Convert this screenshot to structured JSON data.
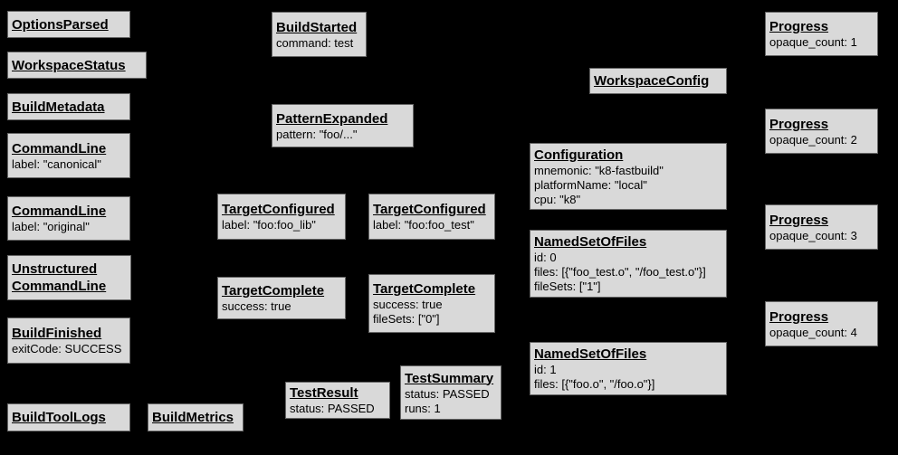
{
  "colors": {
    "background": "#000000",
    "node_fill": "#d9d9d9",
    "node_border": "#666666",
    "text": "#000000"
  },
  "nodes": {
    "options_parsed": {
      "title": "OptionsParsed",
      "lines": []
    },
    "workspace_status": {
      "title": "WorkspaceStatus",
      "lines": []
    },
    "build_metadata": {
      "title": "BuildMetadata",
      "lines": []
    },
    "command_line_canonical": {
      "title": "CommandLine",
      "lines": [
        "label: \"canonical\""
      ]
    },
    "command_line_original": {
      "title": "CommandLine",
      "lines": [
        "label: \"original\""
      ]
    },
    "unstructured_command_line": {
      "title": "Unstructured\nCommandLine",
      "lines": []
    },
    "build_finished": {
      "title": "BuildFinished",
      "lines": [
        "exitCode: SUCCESS"
      ]
    },
    "build_tool_logs": {
      "title": "BuildToolLogs",
      "lines": []
    },
    "build_metrics": {
      "title": "BuildMetrics",
      "lines": []
    },
    "build_started": {
      "title": "BuildStarted",
      "lines": [
        "command: test"
      ]
    },
    "pattern_expanded": {
      "title": "PatternExpanded",
      "lines": [
        "pattern: \"foo/...\""
      ]
    },
    "target_configured_foo_lib": {
      "title": "TargetConfigured",
      "lines": [
        "label: \"foo:foo_lib\""
      ]
    },
    "target_configured_foo_test": {
      "title": "TargetConfigured",
      "lines": [
        "label: \"foo:foo_test\""
      ]
    },
    "target_complete_foo_lib": {
      "title": "TargetComplete",
      "lines": [
        "success: true"
      ]
    },
    "target_complete_foo_test": {
      "title": "TargetComplete",
      "lines": [
        "success: true",
        "fileSets: [\"0\"]"
      ]
    },
    "test_result": {
      "title": "TestResult",
      "lines": [
        "status: PASSED"
      ]
    },
    "test_summary": {
      "title": "TestSummary",
      "lines": [
        "status: PASSED",
        "runs: 1"
      ]
    },
    "workspace_config": {
      "title": "WorkspaceConfig",
      "lines": []
    },
    "configuration": {
      "title": "Configuration",
      "lines": [
        "mnemonic: \"k8-fastbuild\"",
        "platformName: \"local\"",
        "cpu: \"k8\""
      ]
    },
    "named_set_of_files_0": {
      "title": "NamedSetOfFiles",
      "lines": [
        "id: 0",
        "files: [{\"foo_test.o\", \"/foo_test.o\"}]",
        "fileSets: [\"1\"]"
      ]
    },
    "named_set_of_files_1": {
      "title": "NamedSetOfFiles",
      "lines": [
        "id: 1",
        "files: [{\"foo.o\", \"/foo.o\"}]"
      ]
    },
    "progress_1": {
      "title": "Progress",
      "lines": [
        "opaque_count: 1"
      ]
    },
    "progress_2": {
      "title": "Progress",
      "lines": [
        "opaque_count: 2"
      ]
    },
    "progress_3": {
      "title": "Progress",
      "lines": [
        "opaque_count: 3"
      ]
    },
    "progress_4": {
      "title": "Progress",
      "lines": [
        "opaque_count: 4"
      ]
    }
  }
}
